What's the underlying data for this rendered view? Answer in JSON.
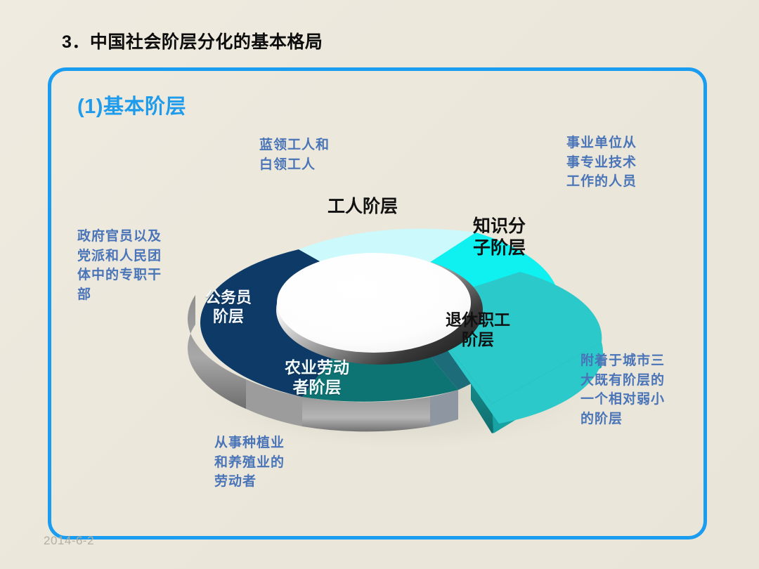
{
  "slide": {
    "title": "3．中国社会阶层分化的基本格局",
    "section_heading": "(1)基本阶层",
    "footer_date": "2014-6-2",
    "background_color": "#ece8dc",
    "frame_color": "#1a9cf0",
    "heading_color": "#1f9bec",
    "annotation_color": "#4a74b8"
  },
  "annotations": {
    "worker": "蓝领工人和\n白领工人",
    "intellectual": "事业单位从\n事专业技术\n工作的人员",
    "civil_servant": "政府官员以及\n党派和人民团\n体中的专职干\n部",
    "retired": "附着于城市三\n大既有阶层的\n一个相对弱小\n的阶层",
    "farmer": "从事种植业\n和养殖业的\n劳动者"
  },
  "chart_data": {
    "type": "pie",
    "title": "(1)基本阶层",
    "subtype": "3d-exploded-doughnut",
    "categories": [
      "工人阶层",
      "知识分子阶层",
      "退休职工阶层",
      "农业劳动者阶层",
      "公务员阶层"
    ],
    "values": [
      22,
      18,
      17,
      20,
      23
    ],
    "colors": [
      "#ccf9fc",
      "#0ff0f0",
      "#2bc9c9",
      "#0d7373",
      "#0d3a66"
    ],
    "exploded": [
      "退休职工阶层"
    ],
    "legend": "none",
    "grid": false,
    "xlabel": "",
    "ylabel": "",
    "labels": {
      "worker": "工人阶层",
      "intellectual": "知识分\n子阶层",
      "retired": "退休职工\n阶层",
      "farmer": "农业劳动\n者阶层",
      "civil_servant": "公务员\n阶层"
    }
  }
}
